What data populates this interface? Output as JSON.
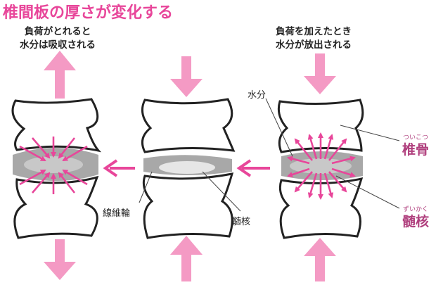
{
  "title": "椎間板の厚さが変化する",
  "left_caption": [
    "負荷がとれると",
    "水分は吸収される"
  ],
  "right_caption": [
    "負荷を加えたとき",
    "水分が放出される"
  ],
  "labels": {
    "water": "水分",
    "annulus": "線維輪",
    "nucleus_center": "髄核",
    "vertebra": "椎骨",
    "vertebra_ruby": "ついこつ",
    "nucleus": "髄核",
    "nucleus_ruby": "ずいかく"
  },
  "colors": {
    "pink": "#e8469a",
    "pink_light": "#f49ac4",
    "disc_gray": "#a8a8a8",
    "nucleus_light": "#e8e8e8",
    "label_purple": "#b0407e"
  }
}
